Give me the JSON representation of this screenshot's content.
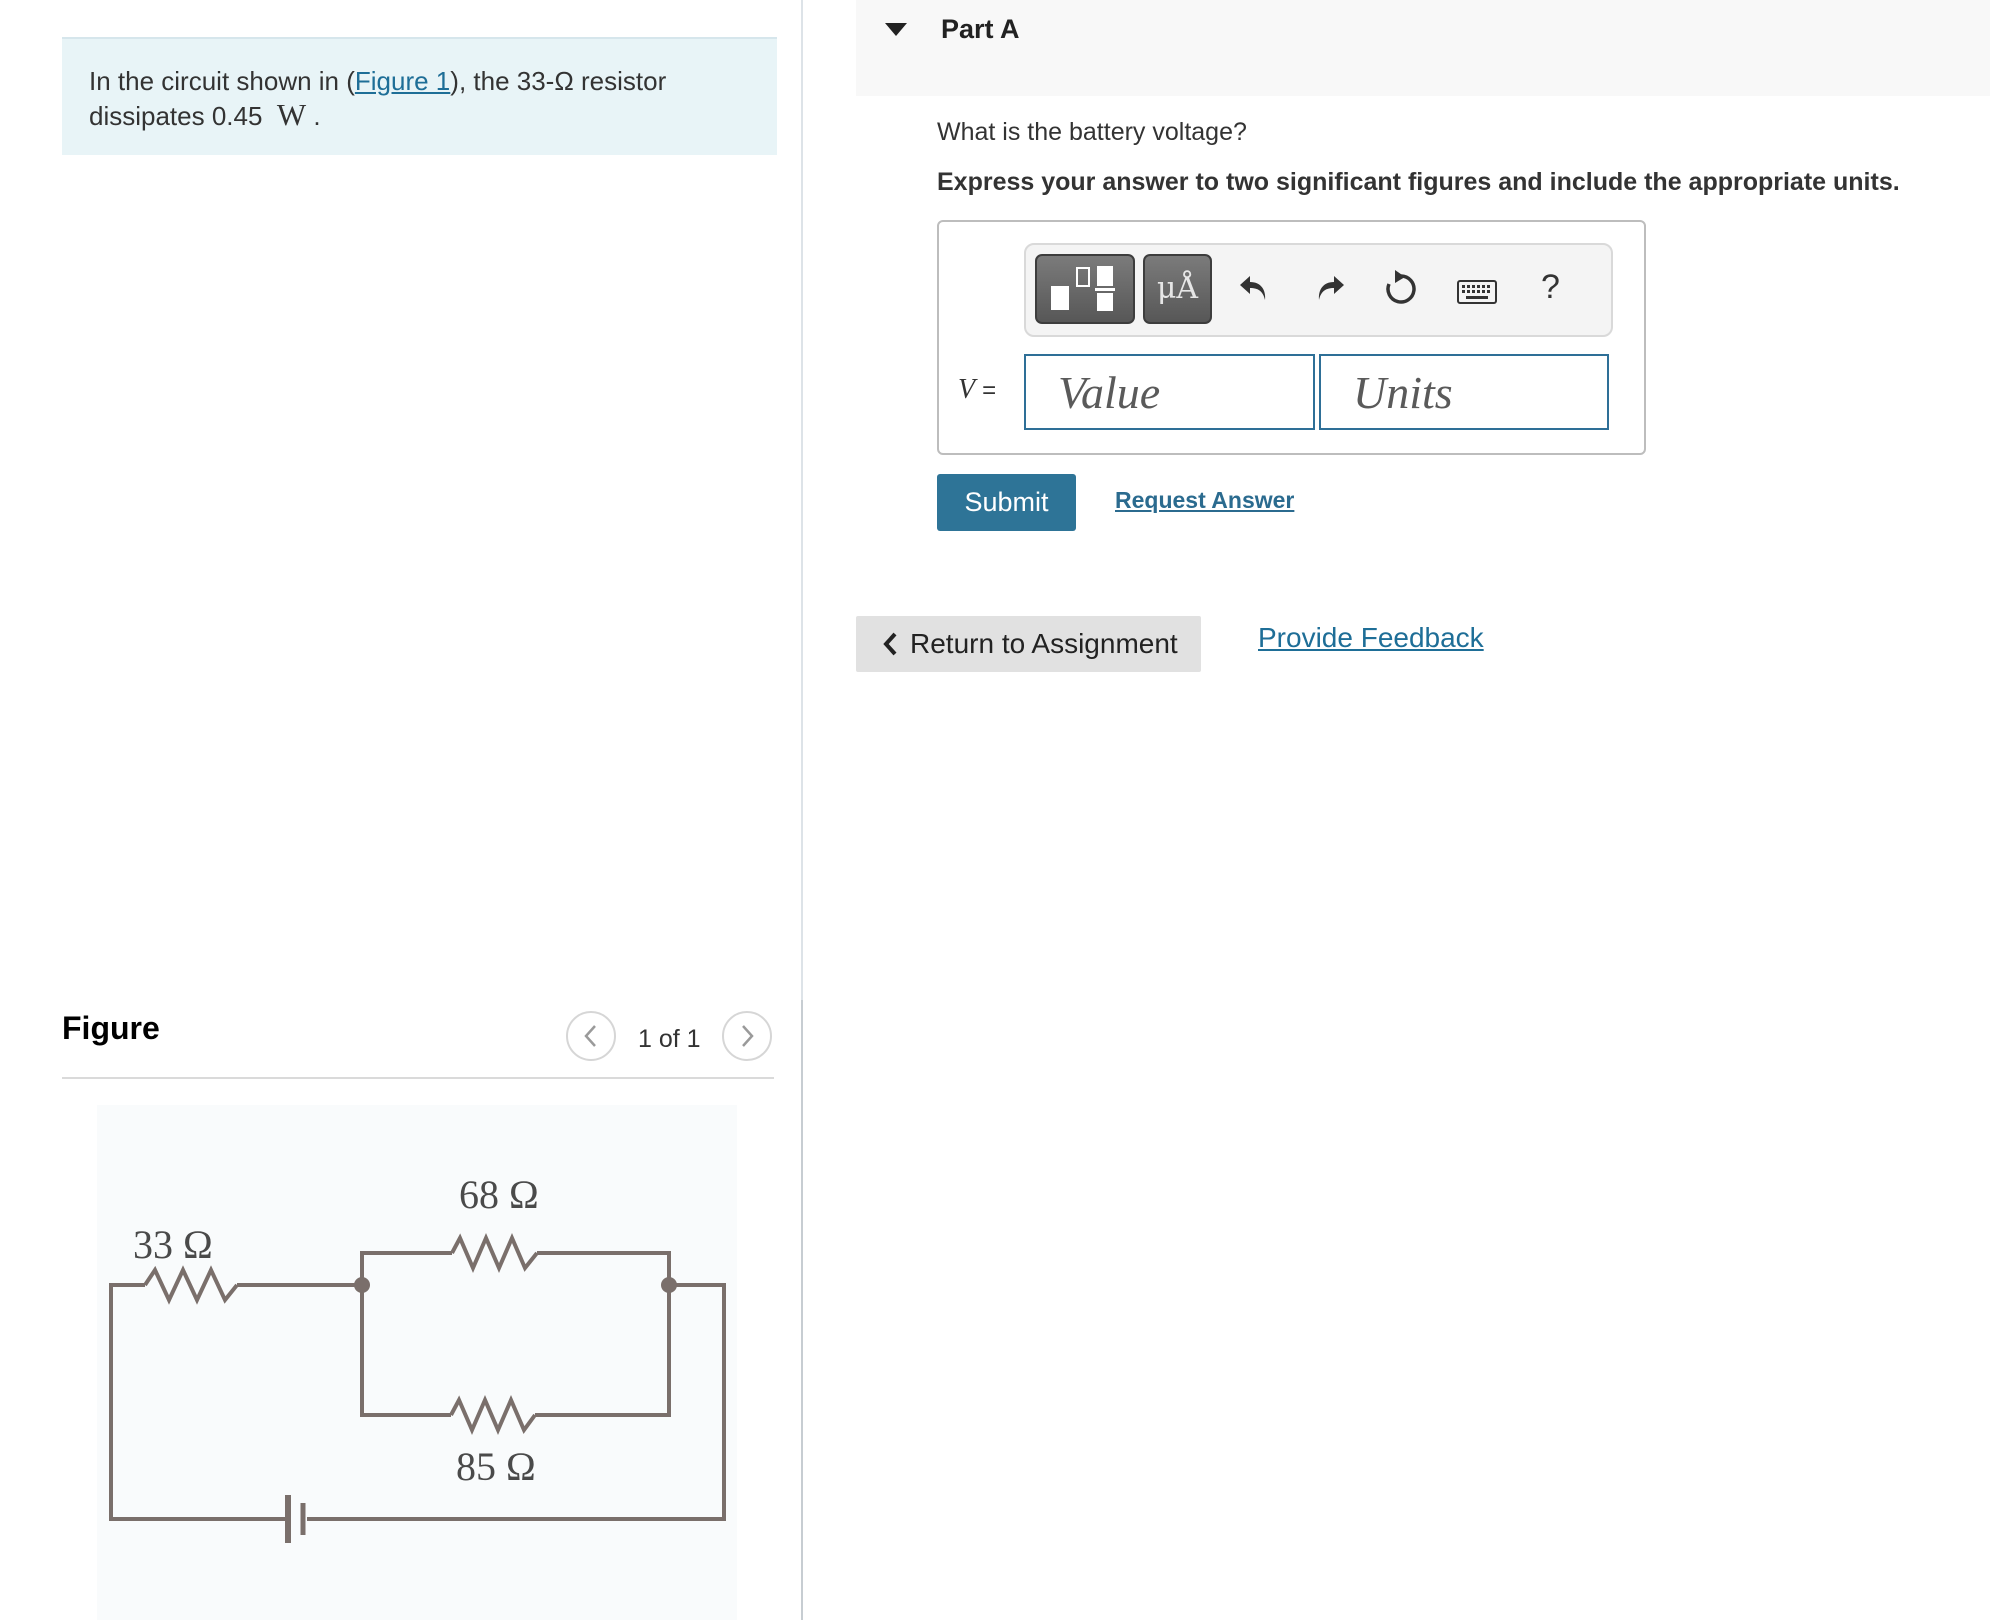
{
  "problem": {
    "text_before_link": "In the circuit shown in (",
    "figure_link": "Figure 1",
    "text_after_link": "), the 33-Ω resistor",
    "line2_prefix": "dissipates 0.45",
    "power_unit": "W",
    "line2_suffix": "."
  },
  "figure_panel": {
    "heading": "Figure",
    "counter": "1 of 1",
    "prev_icon": "chevron-left-icon",
    "next_icon": "chevron-right-icon",
    "circuit": {
      "r1_label": "33 Ω",
      "r2_label": "68 Ω",
      "r3_label": "85 Ω"
    }
  },
  "part": {
    "title": "Part A",
    "caret_icon": "triangle-down-icon",
    "question": "What is the battery voltage?",
    "instruction": "Express your answer to two significant figures and include the appropriate units."
  },
  "toolbar": {
    "templates_icon": "templates-icon",
    "units_label": "μÅ",
    "undo_icon": "undo-icon",
    "redo_icon": "redo-icon",
    "reset_icon": "reset-icon",
    "keyboard_icon": "keyboard-icon",
    "help_label": "?"
  },
  "answer": {
    "variable": "V",
    "equals": "=",
    "value_placeholder": "Value",
    "units_placeholder": "Units"
  },
  "actions": {
    "submit_label": "Submit",
    "request_answer_label": "Request Answer",
    "return_label": "Return to Assignment",
    "feedback_label": "Provide Feedback"
  },
  "colors": {
    "accent": "#2e7497",
    "link": "#1e6e97",
    "intro_bg": "#e8f4f7",
    "wire": "#7a6f6b"
  }
}
